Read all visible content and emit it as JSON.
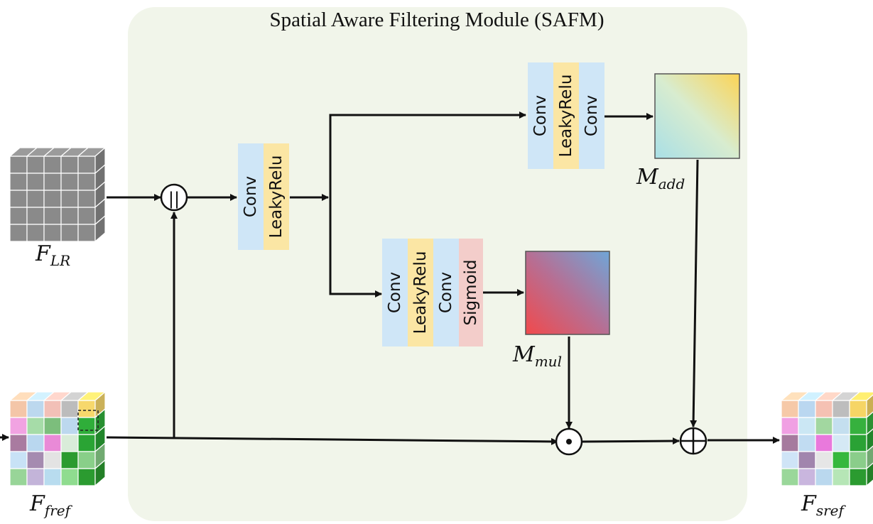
{
  "title": "Spatial Aware Filtering Module (SAFM)",
  "blocks": {
    "shared": [
      "Conv",
      "LeakyRelu"
    ],
    "add_branch": [
      "Conv",
      "LeakyRelu",
      "Conv"
    ],
    "mul_branch": [
      "Conv",
      "LeakyRelu",
      "Conv",
      "Sigmoid"
    ]
  },
  "labels": {
    "f_lr": {
      "main": "F",
      "sub": "LR"
    },
    "f_fref": {
      "main": "F",
      "sub": "fref"
    },
    "f_sref": {
      "main": "F",
      "sub": "sref"
    },
    "m_add": {
      "main": "M",
      "sub": "add"
    },
    "m_mul": {
      "main": "M",
      "sub": "mul"
    }
  },
  "operators": {
    "concat": "||",
    "multiply": "⊙",
    "add": "⊕"
  },
  "colors": {
    "module_bg": "#f1f5ea",
    "conv": "#cfe6f7",
    "leaky_relu": "#fbe6a4",
    "sigmoid": "#f3cdca",
    "grey_cube": "#8a8a8a",
    "m_add_gradient": [
      "#fcd455",
      "#d8eccf",
      "#a9dfe6"
    ],
    "m_mul_gradient": [
      "#6fa6d8",
      "#f2494b"
    ]
  }
}
